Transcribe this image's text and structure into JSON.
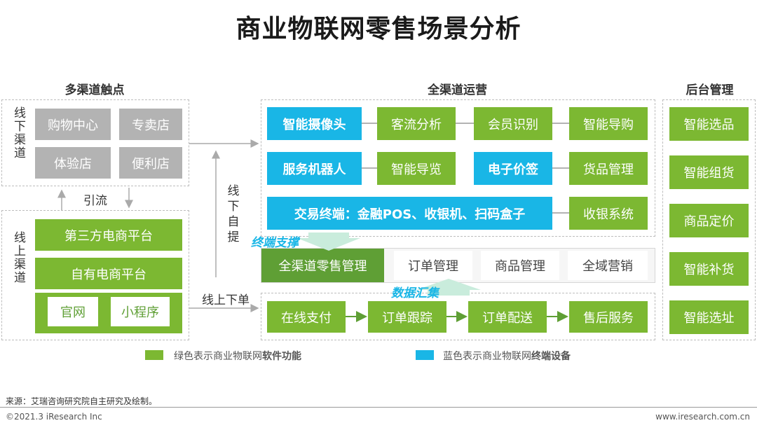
{
  "title": "商业物联网零售场景分析",
  "headers": {
    "multi": "多渠道触点",
    "omni": "全渠道运营",
    "backend": "后台管理"
  },
  "offline": {
    "label": "线下渠道",
    "items": [
      "购物中心",
      "专卖店",
      "体验店",
      "便利店"
    ]
  },
  "online": {
    "label": "线上渠道",
    "platforms": [
      "第三方电商平台",
      "自有电商平台"
    ],
    "small": [
      "官网",
      "小程序"
    ]
  },
  "flows": {
    "yinliu": "引流",
    "xianxia_ziti": "线下自提",
    "xianshang_xiadan": "线上下单"
  },
  "devices": {
    "row1": [
      "智能摄像头",
      "客流分析",
      "会员识别",
      "智能导购"
    ],
    "row2": [
      "服务机器人",
      "智能导览",
      "电子价签",
      "货品管理"
    ],
    "row3": [
      "交易终端：金融POS、收银机、扫码盒子",
      "收银系统"
    ]
  },
  "terminal_support": "终端支撑",
  "management": [
    "全渠道零售管理",
    "订单管理",
    "商品管理",
    "全域营销"
  ],
  "data_collect": "数据汇集",
  "order_flow": [
    "在线支付",
    "订单跟踪",
    "订单配送",
    "售后服务"
  ],
  "backend": [
    "智能选品",
    "智能组货",
    "商品定价",
    "智能补货",
    "智能选址"
  ],
  "legend": {
    "green_normal": "绿色表示商业物联网",
    "green_bold": "软件功能",
    "blue_normal": "蓝色表示商业物联网",
    "blue_bold": "终端设备"
  },
  "colors": {
    "green": "#7cb832",
    "dark_green": "#5f9f35",
    "blue": "#19b6e6",
    "gray": "#b3b3b3"
  },
  "footer": {
    "source": "来源：艾瑞咨询研究院自主研究及绘制。",
    "copyright": "©2021.3 iResearch Inc",
    "website": "www.iresearch.com.cn"
  }
}
